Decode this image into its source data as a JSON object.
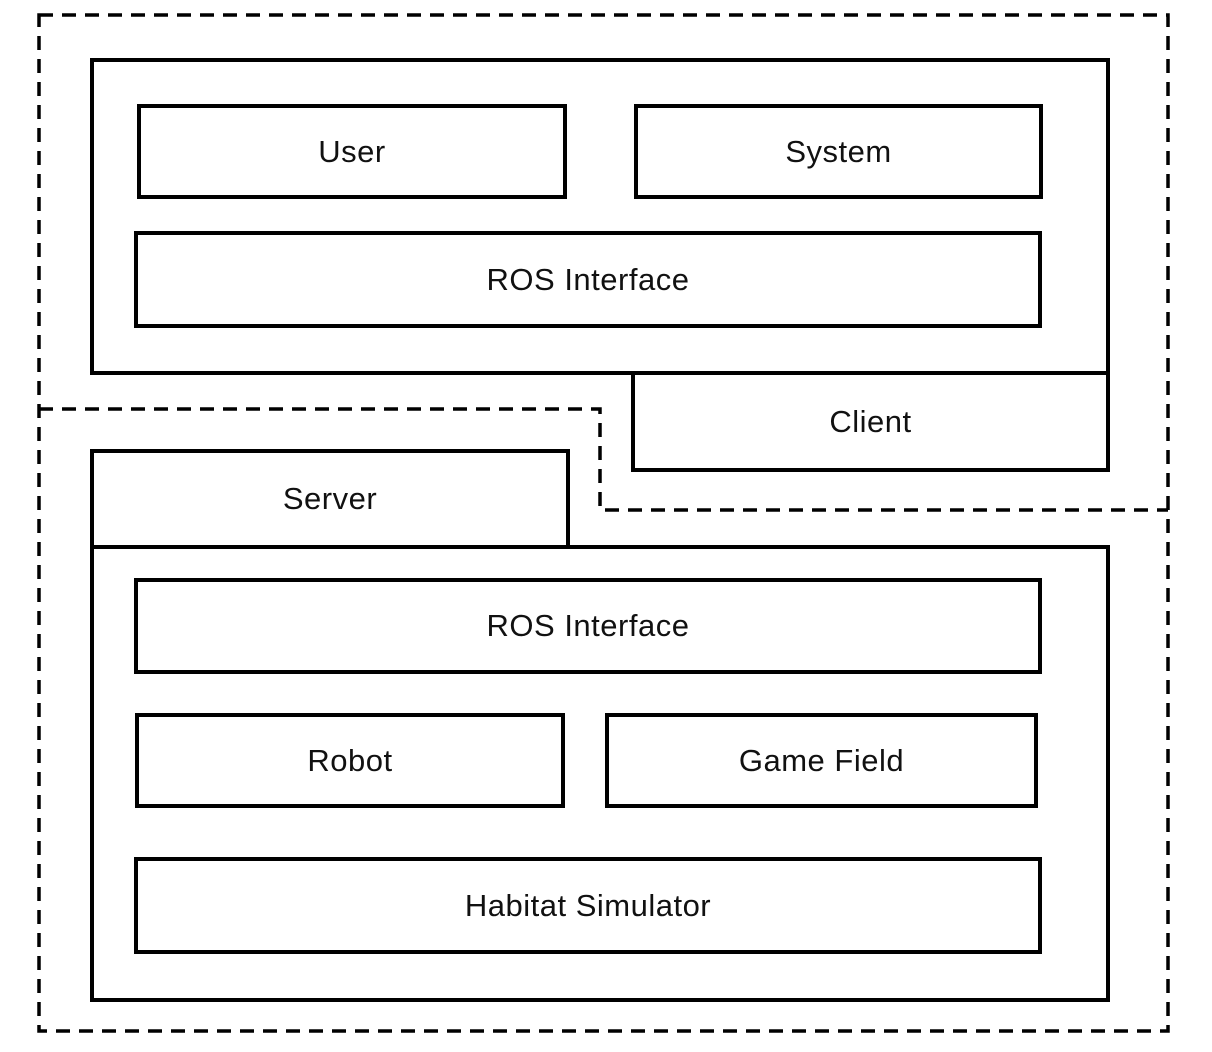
{
  "colors": {
    "line": "#000000",
    "text": "#111111",
    "background": "#ffffff"
  },
  "client_section": {
    "label": "Client",
    "user": "User",
    "system": "System",
    "ros_interface": "ROS Interface"
  },
  "server_section": {
    "label": "Server",
    "ros_interface": "ROS Interface",
    "robot": "Robot",
    "game_field": "Game Field",
    "habitat_simulator": "Habitat Simulator"
  }
}
